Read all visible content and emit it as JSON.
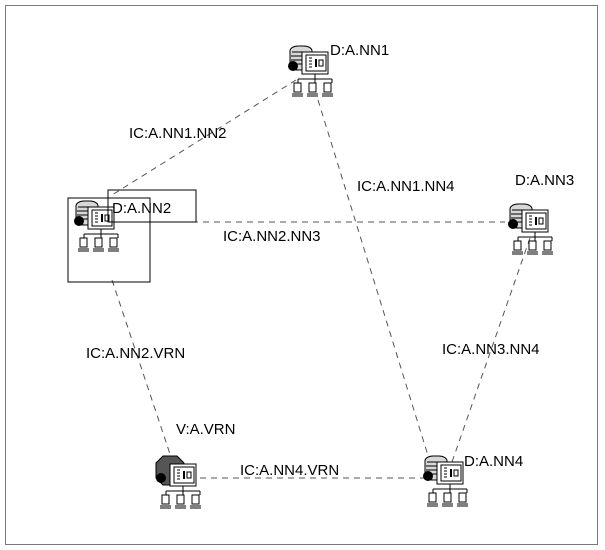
{
  "nodes": {
    "nn1": {
      "label": "D:A.NN1",
      "icon": "network-node-icon"
    },
    "nn2": {
      "label": "D:A.NN2",
      "icon": "network-node-icon"
    },
    "nn3": {
      "label": "D:A.NN3",
      "icon": "network-node-icon"
    },
    "nn4": {
      "label": "D:A.NN4",
      "icon": "network-node-icon"
    },
    "vrn": {
      "label": "V:A.VRN",
      "icon": "virtual-routing-node-icon"
    }
  },
  "links": {
    "nn1_nn2": {
      "label": "IC:A.NN1.NN2"
    },
    "nn1_nn4": {
      "label": "IC:A.NN1.NN4"
    },
    "nn2_nn3": {
      "label": "IC:A.NN2.NN3"
    },
    "nn2_vrn": {
      "label": "IC:A.NN2.VRN"
    },
    "nn3_nn4": {
      "label": "IC:A.NN3.NN4"
    },
    "nn4_vrn": {
      "label": "IC:A.NN4.VRN"
    }
  },
  "colors": {
    "line": "#555555",
    "node_gray": "#d8d8d8",
    "vrn_fill": "#555555",
    "selection": "#000000"
  }
}
